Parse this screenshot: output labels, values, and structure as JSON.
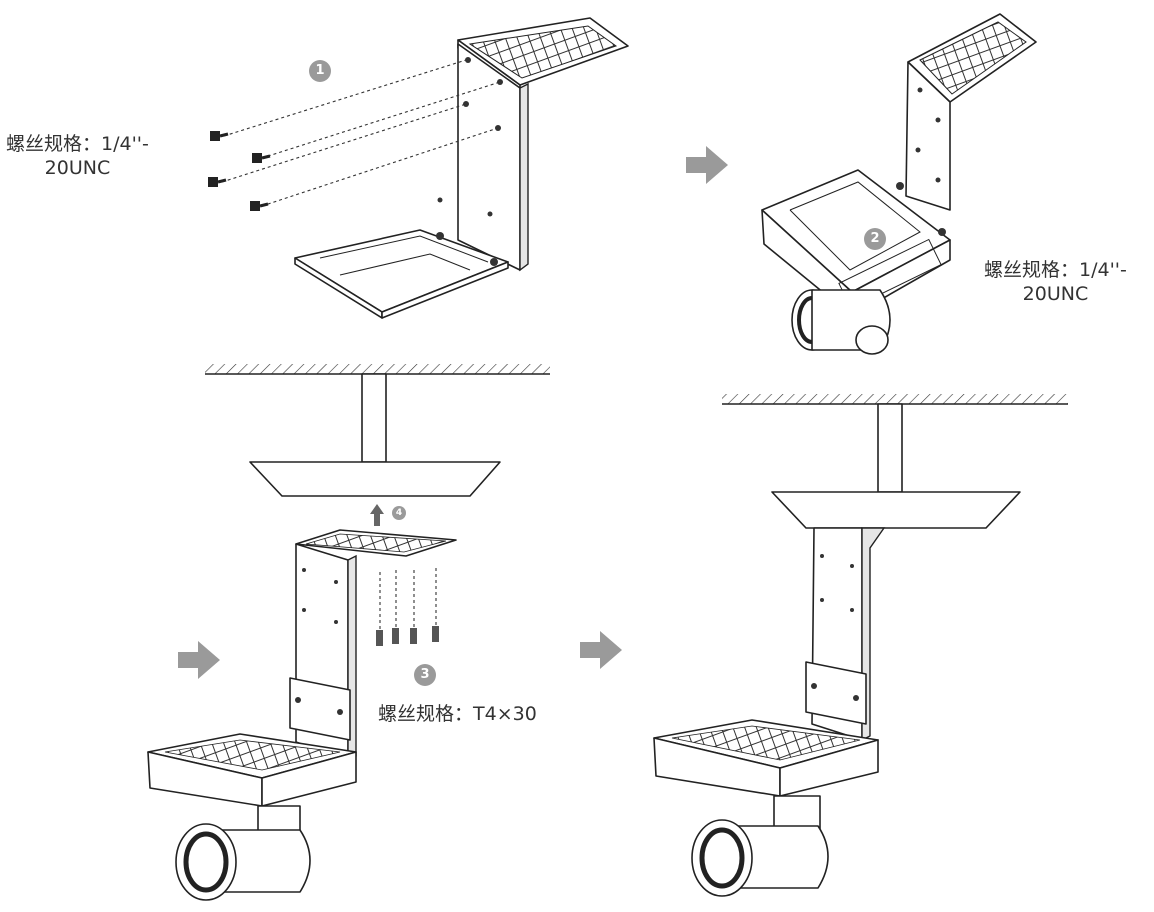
{
  "labels": {
    "spec_top_left": "螺丝规格：1/4''-\n20UNC",
    "spec_top_right": "螺丝规格：1/4''-\n20UNC",
    "spec_bottom": "螺丝规格：T4×30"
  },
  "steps": [
    "1",
    "2",
    "3",
    "4"
  ],
  "colors": {
    "arrow": "#9a9a9a",
    "line": "#222222",
    "background": "#ffffff"
  }
}
